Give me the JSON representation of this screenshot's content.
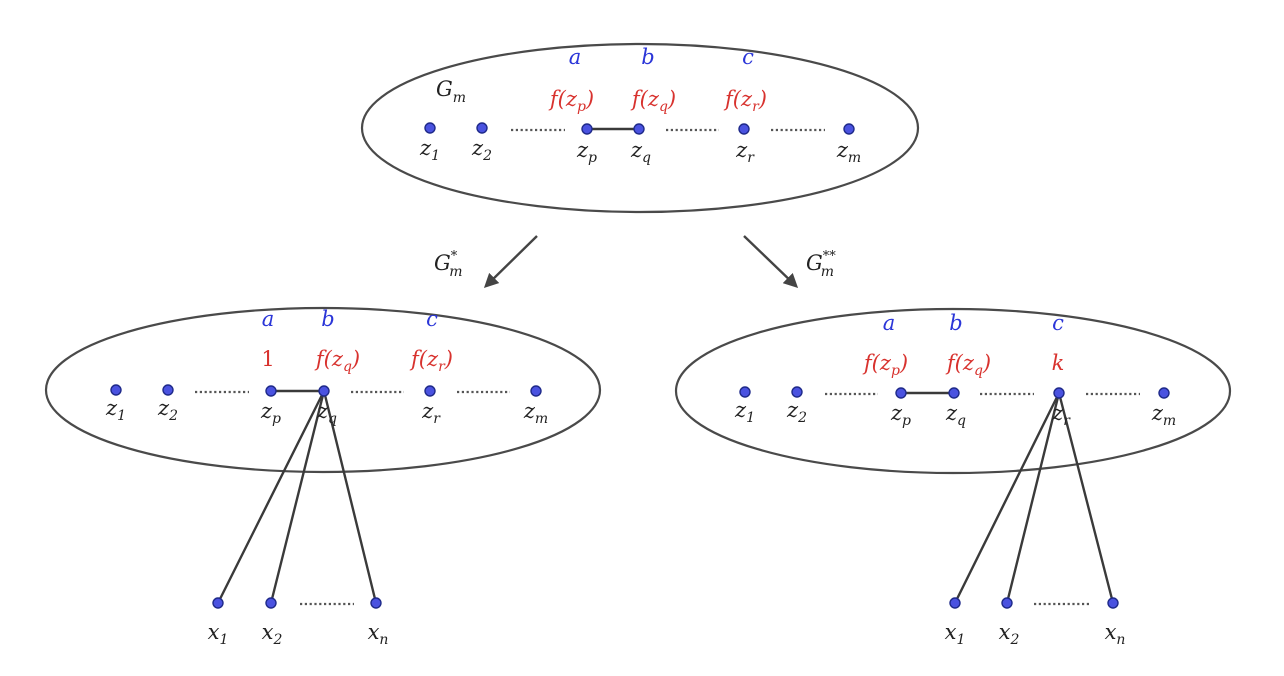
{
  "colors": {
    "node": "#4a52e0",
    "blue_label": "#2b36d8",
    "red_label": "#d8322e",
    "line": "#3a3a3a"
  },
  "graphs": {
    "top": {
      "name": "G",
      "name_sub": "m",
      "top_labels": [
        "a",
        "b",
        "c"
      ],
      "values": [
        {
          "pre": "f(",
          "var": "z",
          "sub": "p",
          "post": ")"
        },
        {
          "pre": "f(",
          "var": "z",
          "sub": "q",
          "post": ")"
        },
        {
          "pre": "f(",
          "var": "z",
          "sub": "r",
          "post": ")"
        }
      ],
      "nodes": [
        {
          "var": "z",
          "sub": "1"
        },
        {
          "var": "z",
          "sub": "2"
        },
        {
          "var": "z",
          "sub": "p"
        },
        {
          "var": "z",
          "sub": "q"
        },
        {
          "var": "z",
          "sub": "r"
        },
        {
          "var": "z",
          "sub": "m"
        }
      ]
    },
    "left": {
      "top_labels": [
        "a",
        "b",
        "c"
      ],
      "values": [
        {
          "pre": "1",
          "var": "",
          "sub": "",
          "post": ""
        },
        {
          "pre": "f(",
          "var": "z",
          "sub": "q",
          "post": ")"
        },
        {
          "pre": "f(",
          "var": "z",
          "sub": "r",
          "post": ")"
        }
      ],
      "nodes": [
        {
          "var": "z",
          "sub": "1"
        },
        {
          "var": "z",
          "sub": "2"
        },
        {
          "var": "z",
          "sub": "p"
        },
        {
          "var": "z",
          "sub": "q"
        },
        {
          "var": "z",
          "sub": "r"
        },
        {
          "var": "z",
          "sub": "m"
        }
      ],
      "outer_nodes": [
        {
          "var": "x",
          "sub": "1"
        },
        {
          "var": "x",
          "sub": "2"
        },
        {
          "var": "x",
          "sub": "n"
        }
      ]
    },
    "right": {
      "top_labels": [
        "a",
        "b",
        "c"
      ],
      "values": [
        {
          "pre": "f(",
          "var": "z",
          "sub": "p",
          "post": ")"
        },
        {
          "pre": "f(",
          "var": "z",
          "sub": "q",
          "post": ")"
        },
        {
          "pre": "",
          "var": "k",
          "sub": "",
          "post": ""
        }
      ],
      "nodes": [
        {
          "var": "z",
          "sub": "1"
        },
        {
          "var": "z",
          "sub": "2"
        },
        {
          "var": "z",
          "sub": "p"
        },
        {
          "var": "z",
          "sub": "q"
        },
        {
          "var": "z",
          "sub": "r"
        },
        {
          "var": "z",
          "sub": "m"
        }
      ],
      "outer_nodes": [
        {
          "var": "x",
          "sub": "1"
        },
        {
          "var": "x",
          "sub": "2"
        },
        {
          "var": "x",
          "sub": "n"
        }
      ]
    }
  },
  "arrows": {
    "left": {
      "name": "G",
      "sub": "m",
      "sup": "*"
    },
    "right": {
      "name": "G",
      "sub": "m",
      "sup": "**"
    }
  }
}
